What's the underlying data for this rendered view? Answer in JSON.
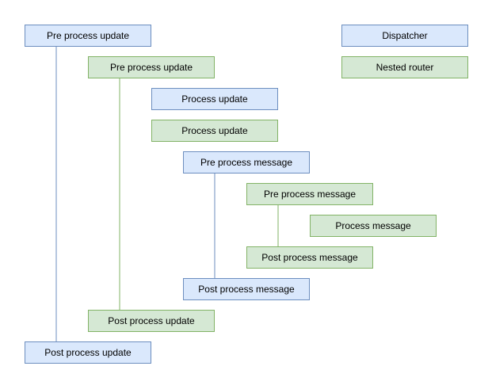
{
  "diagram": {
    "colors": {
      "background": "#ffffff",
      "blue_fill": "#dae8fc",
      "blue_stroke": "#6c8ebf",
      "green_fill": "#d5e8d4",
      "green_stroke": "#82b366",
      "text": "#000000"
    },
    "nodes": [
      {
        "id": "pre-process-update-outer",
        "label": "Pre process update",
        "scope": "outer"
      },
      {
        "id": "dispatcher",
        "label": "Dispatcher",
        "scope": "outer"
      },
      {
        "id": "pre-process-update-inner",
        "label": "Pre process update",
        "scope": "inner"
      },
      {
        "id": "nested-router",
        "label": "Nested router",
        "scope": "inner"
      },
      {
        "id": "process-update-outer",
        "label": "Process update",
        "scope": "outer"
      },
      {
        "id": "process-update-inner",
        "label": "Process update",
        "scope": "inner"
      },
      {
        "id": "pre-process-message-outer",
        "label": "Pre process message",
        "scope": "outer"
      },
      {
        "id": "pre-process-message-inner",
        "label": "Pre process message",
        "scope": "inner"
      },
      {
        "id": "process-message-inner",
        "label": "Process message",
        "scope": "inner"
      },
      {
        "id": "post-process-message-inner",
        "label": "Post process message",
        "scope": "inner"
      },
      {
        "id": "post-process-message-outer",
        "label": "Post process message",
        "scope": "outer"
      },
      {
        "id": "post-process-update-inner",
        "label": "Post process update",
        "scope": "inner"
      },
      {
        "id": "post-process-update-outer",
        "label": "Post process update",
        "scope": "outer"
      }
    ],
    "edges": [
      {
        "id": "outer-update-lifeline",
        "from": "pre-process-update-outer",
        "to": "post-process-update-outer",
        "color_key": "blue_stroke"
      },
      {
        "id": "inner-update-lifeline",
        "from": "pre-process-update-inner",
        "to": "post-process-update-inner",
        "color_key": "green_stroke"
      },
      {
        "id": "outer-message-lifeline",
        "from": "pre-process-message-outer",
        "to": "post-process-message-outer",
        "color_key": "blue_stroke"
      },
      {
        "id": "inner-message-lifeline",
        "from": "pre-process-message-inner",
        "to": "post-process-message-inner",
        "color_key": "green_stroke"
      }
    ]
  }
}
